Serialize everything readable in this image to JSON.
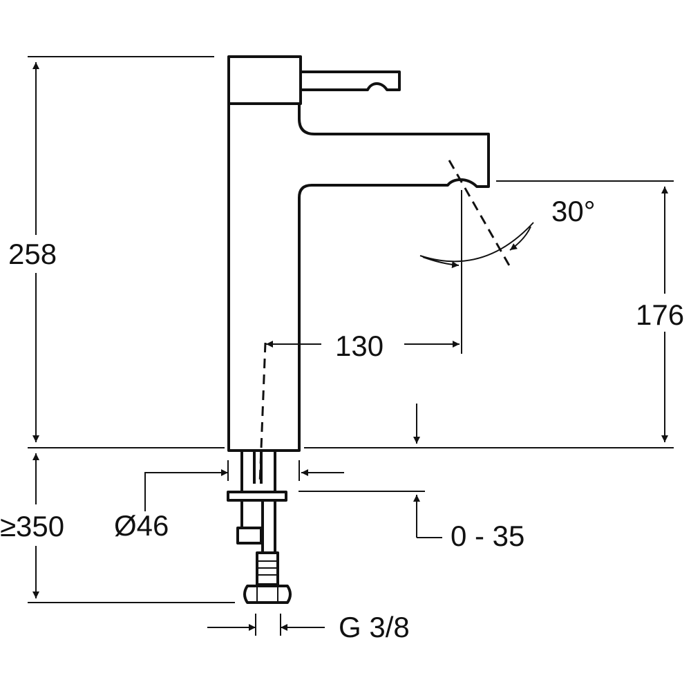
{
  "dimensions": {
    "total_height": "258",
    "spout_height": "176",
    "spout_reach": "130",
    "spray_angle": "30°",
    "base_diameter": "Ø46",
    "below_deck": "≥350",
    "deck_thickness": "0 - 35",
    "connection": "G 3/8"
  },
  "colors": {
    "line": "#111111",
    "background": "#ffffff"
  }
}
